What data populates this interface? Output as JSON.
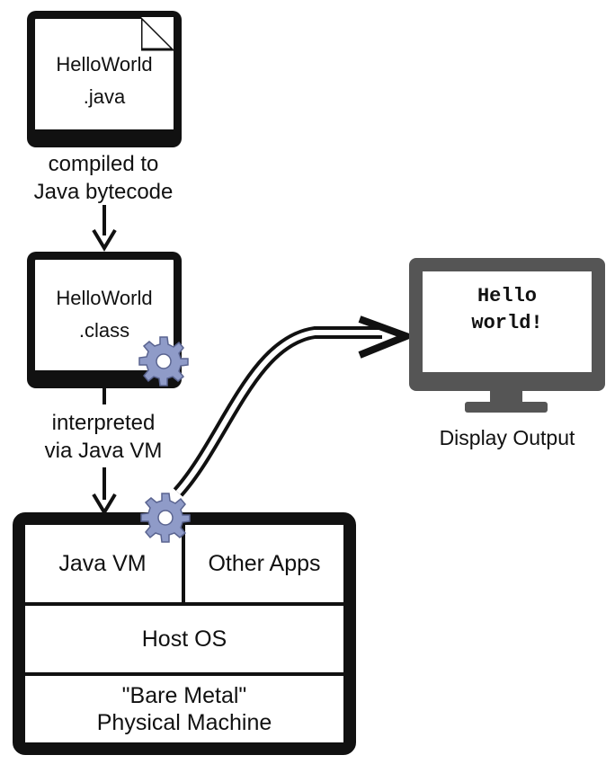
{
  "source_file": {
    "line1": "HelloWorld",
    "line2": ".java"
  },
  "compile_caption": {
    "line1": "compiled to",
    "line2": "Java bytecode"
  },
  "class_file": {
    "line1": "HelloWorld",
    "line2": ".class"
  },
  "interpret_caption": {
    "line1": "interpreted",
    "line2": "via Java VM"
  },
  "stack": {
    "java_vm": "Java VM",
    "other_apps": "Other Apps",
    "host_os": "Host OS",
    "bare_metal_line1": "\"Bare Metal\"",
    "bare_metal_line2": "Physical Machine"
  },
  "monitor": {
    "line1": "Hello",
    "line2": "world!",
    "label": "Display Output"
  },
  "colors": {
    "outline": "#111111",
    "monitor": "#555555",
    "gear": "#8f9bc8"
  },
  "icons": [
    "document-icon",
    "gear-icon",
    "monitor-icon",
    "arrow-down-icon",
    "curved-arrow-icon"
  ]
}
